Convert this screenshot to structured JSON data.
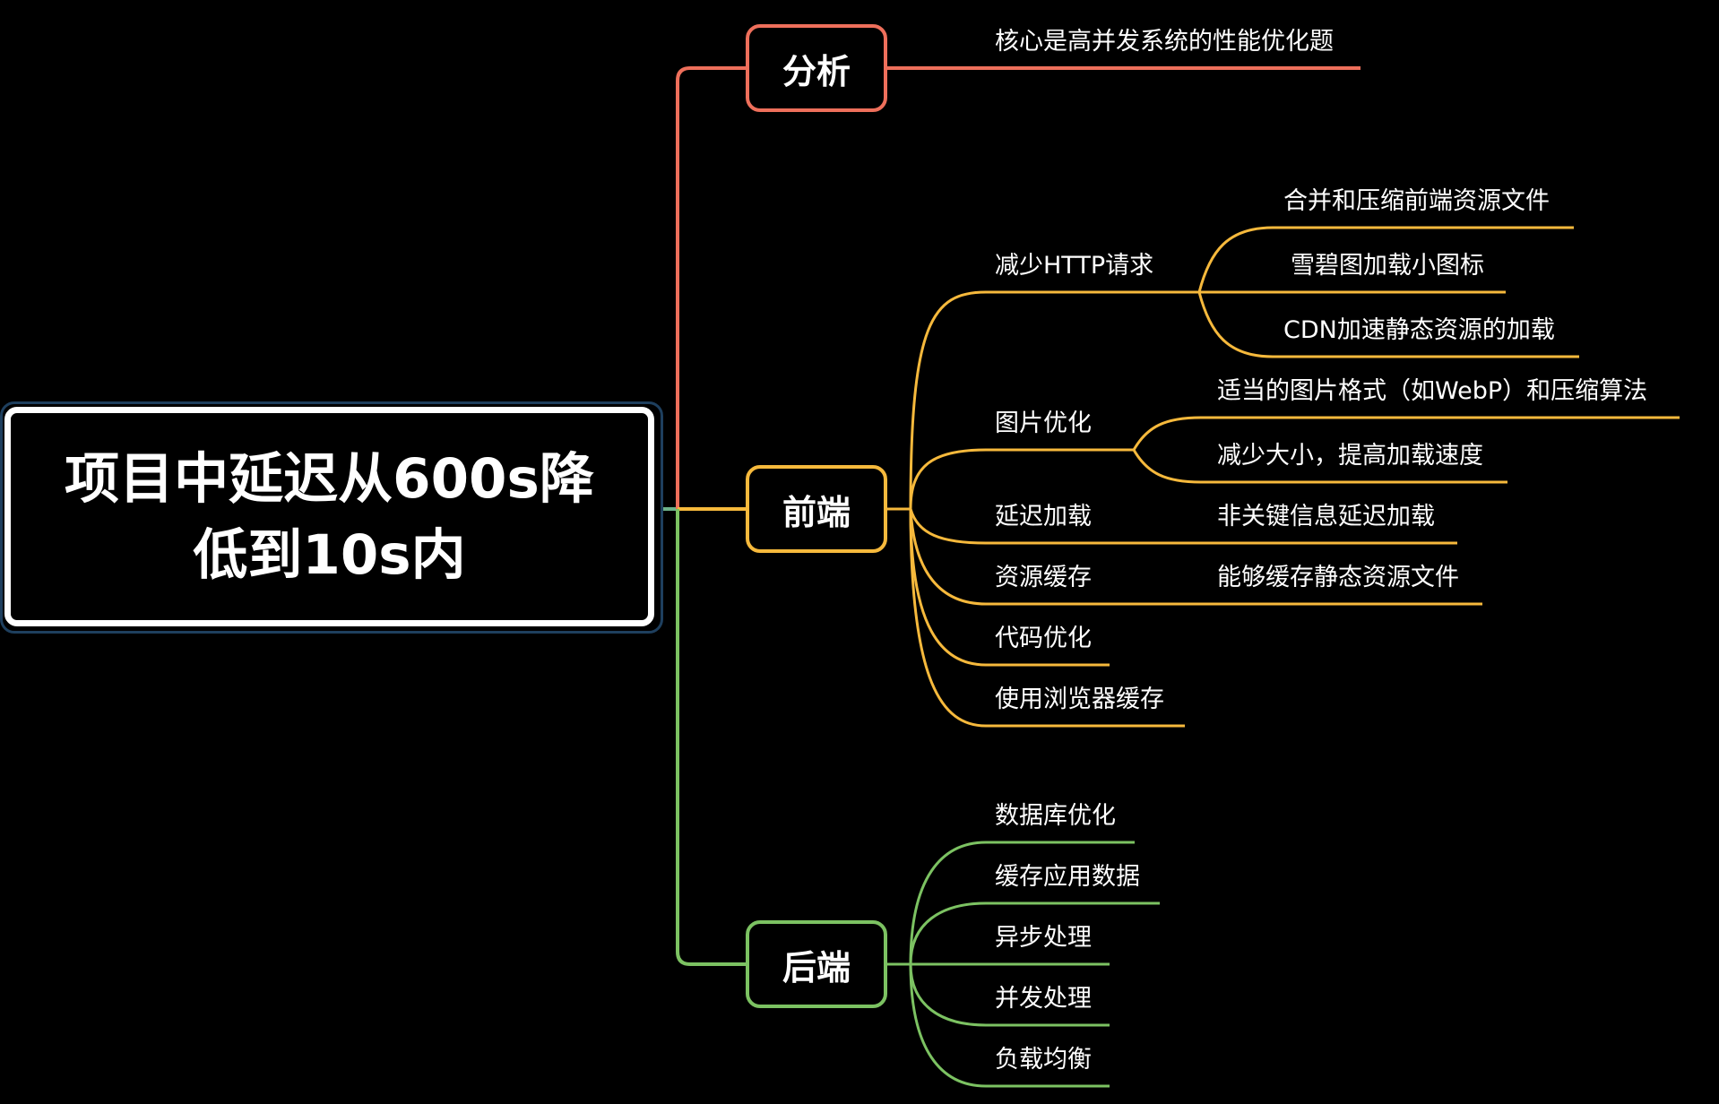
{
  "root": {
    "line1": "项目中延迟从600s降",
    "line2": "低到10s内"
  },
  "colors": {
    "analysis": "#ee6f5b",
    "frontend": "#f6b93c",
    "backend": "#7cc262",
    "root_outline": "#1e3f5e"
  },
  "analysis": {
    "label": "分析",
    "items": [
      "核心是高并发系统的性能优化题"
    ]
  },
  "frontend": {
    "label": "前端",
    "items": [
      {
        "label": "减少HTTP请求",
        "children": [
          "合并和压缩前端资源文件",
          "雪碧图加载小图标",
          "CDN加速静态资源的加载"
        ]
      },
      {
        "label": "图片优化",
        "children": [
          "适当的图片格式（如WebP）和压缩算法",
          "减少大小，提高加载速度"
        ]
      },
      {
        "label": "延迟加载",
        "children": [
          "非关键信息延迟加载"
        ]
      },
      {
        "label": "资源缓存",
        "children": [
          "能够缓存静态资源文件"
        ]
      },
      {
        "label": "代码优化",
        "children": []
      },
      {
        "label": "使用浏览器缓存",
        "children": []
      }
    ]
  },
  "backend": {
    "label": "后端",
    "items": [
      "数据库优化",
      "缓存应用数据",
      "异步处理",
      "并发处理",
      "负载均衡"
    ]
  }
}
